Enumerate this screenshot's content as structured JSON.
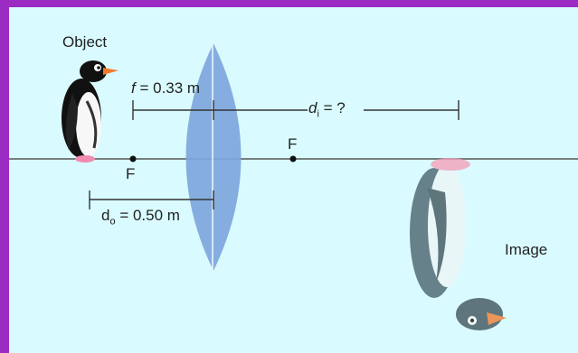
{
  "labels": {
    "object": "Object",
    "image": "Image",
    "focal_left": "F",
    "focal_right": "F"
  },
  "focal_length": {
    "symbol": "f",
    "value": " = 0.33 m"
  },
  "object_distance": {
    "symbol": "d",
    "subscript": "o",
    "value": " = 0.50 m"
  },
  "image_distance": {
    "symbol": "d",
    "subscript": "i",
    "value": " = ?"
  },
  "colors": {
    "frame": "#9c2bc4",
    "background": "#d9fbff",
    "lens": "#7ea6dd",
    "axis": "#555555"
  }
}
